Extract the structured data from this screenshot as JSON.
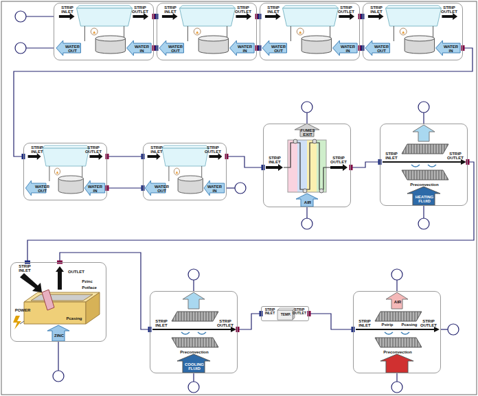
{
  "diagram": {
    "nodes": [
      {
        "text": [
          "STRIP INLET",
          "STRIP OUTLET",
          "WATER OUT",
          "WATER IN"
        ]
      },
      {
        "text": [
          "STRIP INLET",
          "STRIP OUTLET",
          "WATER OUT",
          "WATER IN"
        ]
      },
      {
        "text": [
          "STRIP INLET",
          "STRIP OUTLET",
          "WATER OUT",
          "WATER IN"
        ]
      },
      {
        "text": [
          "STRIP INLET",
          "STRIP OUTLET",
          "WATER OUT",
          "WATER IN"
        ]
      },
      {
        "text": [
          "STRIP INLET",
          "STRIP OUTLET",
          "WATER OUT",
          "WATER IN"
        ]
      },
      {
        "text": [
          "STRIP INLET",
          "STRIP OUTLET",
          "WATER OUT",
          "WATER IN"
        ]
      },
      {
        "text": [
          "FUMES EXIT",
          "STRIP INLET",
          "STRIP OUTLET",
          "AIR"
        ]
      },
      {
        "text": [
          "STRIP INLET",
          "STRIP OUTLET",
          "Preconvection",
          "HEATING FLUID"
        ]
      },
      {
        "text": [
          "STRIP INLET",
          "OUTLET",
          "Pzinc",
          "Potface",
          "Pcasing",
          "POWER",
          "ZINC"
        ]
      },
      {
        "text": [
          "STRIP INLET",
          "STRIP OUTLET",
          "Preconvection",
          "COOLING FLUID"
        ]
      },
      {
        "text": [
          "STRIP INLET",
          "TEMP.",
          "STRIP OUTLET"
        ]
      },
      {
        "text": [
          "STRIP INLET",
          "STRIP OUTLET",
          "AIR",
          "Pstrip",
          "Pcasing",
          "Preconvection"
        ]
      }
    ],
    "edges": [
      {
        "from": 0,
        "to": 1,
        "arrow": "none"
      },
      {
        "from": 1,
        "to": 2,
        "arrow": "none"
      },
      {
        "from": 2,
        "to": 3,
        "arrow": "none"
      },
      {
        "from": 3,
        "to": 4,
        "arrow": "none"
      },
      {
        "from": 4,
        "to": 5,
        "arrow": "none"
      },
      {
        "from": 5,
        "to": 6,
        "arrow": "none"
      },
      {
        "from": 6,
        "to": 7,
        "arrow": "none"
      },
      {
        "from": 7,
        "to": 8,
        "arrow": "none"
      },
      {
        "from": 8,
        "to": 9,
        "arrow": "none"
      },
      {
        "from": 9,
        "to": 10,
        "arrow": "none"
      },
      {
        "from": 10,
        "to": 11,
        "arrow": "none"
      },
      {
        "from": 0,
        "to": 1,
        "arrow": "none"
      },
      {
        "from": 1,
        "to": 2,
        "arrow": "none"
      },
      {
        "from": 2,
        "to": 3,
        "arrow": "none"
      },
      {
        "from": 4,
        "to": 5,
        "arrow": "none"
      }
    ]
  }
}
